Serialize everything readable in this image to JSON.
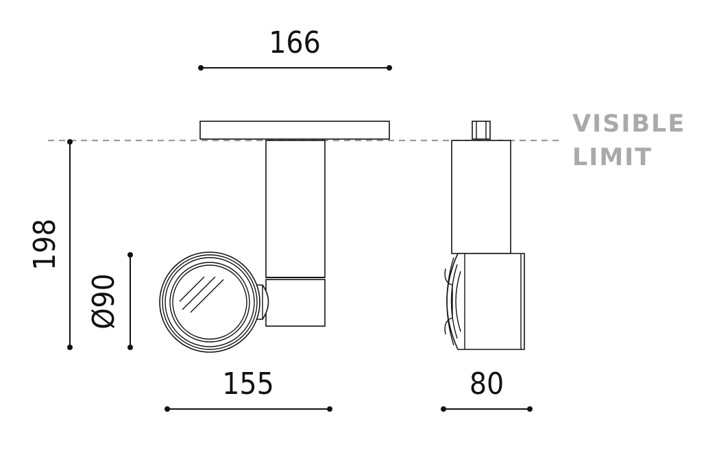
{
  "dimensions": {
    "top_width": "166",
    "height": "198",
    "diameter": "Ø90",
    "front_width": "155",
    "side_width": "80"
  },
  "visible_limit": {
    "line1": "VISIBLE",
    "line2": "LIMIT",
    "color": "#a9a9a9"
  }
}
